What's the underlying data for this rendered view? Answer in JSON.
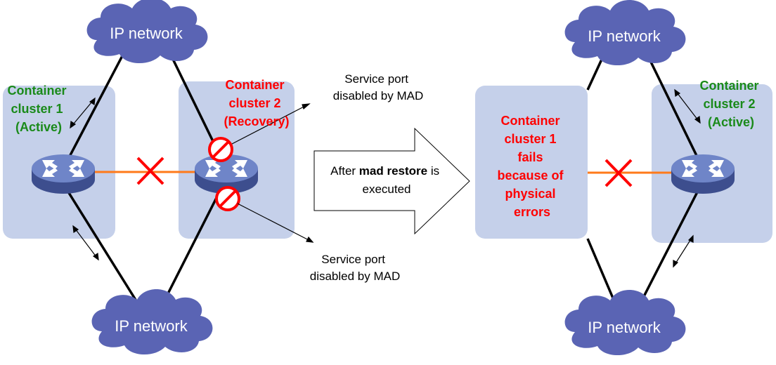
{
  "colors": {
    "cloud": "#5a64b4",
    "container_bg": "#c5d0ea",
    "active_label": "#1a8a1a",
    "failed_label": "#ff0000",
    "orange_link": "#ff7a1a",
    "cross": "#ff0000"
  },
  "left": {
    "cloud_top": "IP network",
    "cloud_bottom": "IP network",
    "cluster1": [
      "Container",
      "cluster 1",
      "(Active)"
    ],
    "cluster2": [
      "Container",
      "cluster 2",
      "(Recovery)"
    ],
    "port_top": [
      "Service port",
      "disabled by MAD"
    ],
    "port_bottom": [
      "Service port",
      "disabled by MAD"
    ]
  },
  "arrow": {
    "line1_prefix": "After ",
    "line1_cmd": "mad restore",
    "line1_suffix": " is",
    "line2": "executed"
  },
  "right": {
    "cloud_top": "IP network",
    "cloud_bottom": "IP network",
    "cluster1": [
      "Container",
      "cluster 1",
      "fails",
      "because of",
      "physical",
      "errors"
    ],
    "cluster2": [
      "Container",
      "cluster 2",
      "(Active)"
    ]
  },
  "icons": [
    "cloud-icon",
    "switch-icon",
    "prohibited-icon",
    "link-failure-x-icon",
    "double-arrow-icon"
  ]
}
